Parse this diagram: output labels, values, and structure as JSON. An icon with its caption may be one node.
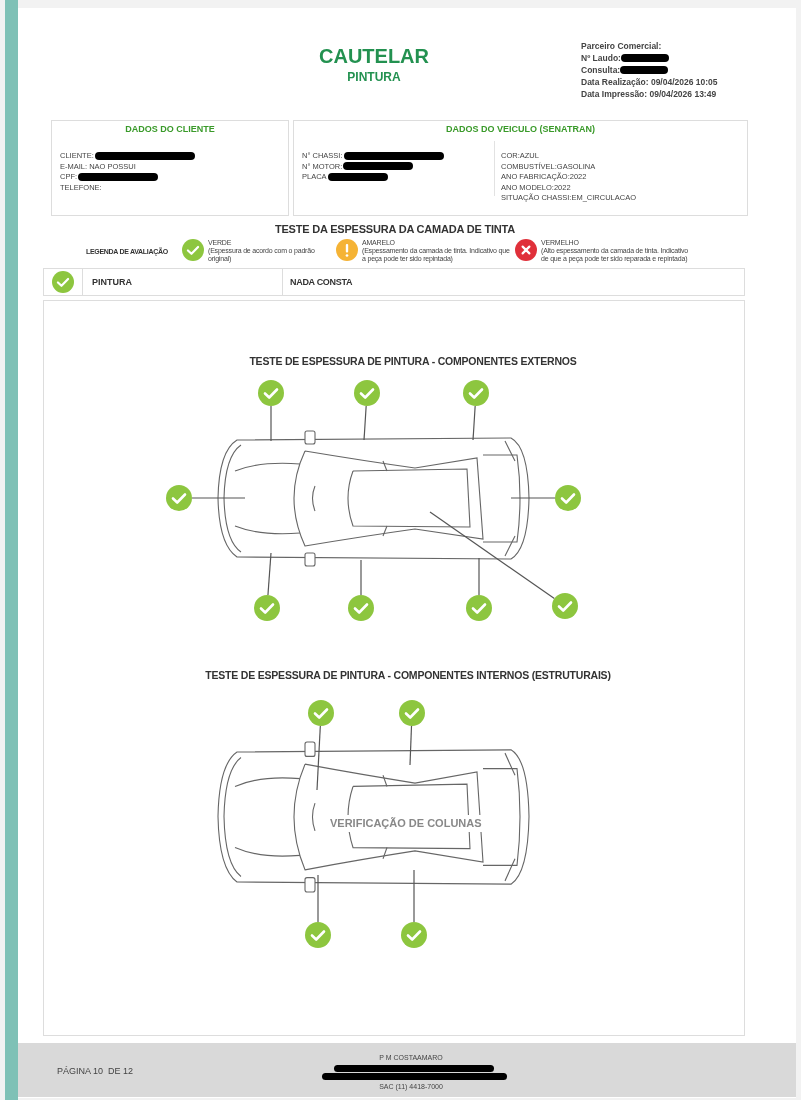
{
  "diagram": {
    "title": "CAUTELAR",
    "nodes": [
      {
        "text": [
          "DADOS DO CLIENTE",
          "CLIENTE:",
          "E-MAIL: NAO POSSUI",
          "CPF:",
          "TELEFONE:"
        ]
      },
      {
        "text": [
          "DADOS DO VEICULO (SENATRAN)",
          "N° CHASSI:",
          "N° MOTOR:",
          "PLACA",
          "COR:AZUL",
          "COMBUSTÍVEL:GASOLINA",
          "ANO FABRICAÇÃO:2022",
          "ANO MODELO:2022",
          "SITUAÇÃO CHASSI:EM_CIRCULACAO"
        ]
      },
      {
        "text": [],
        "shape": "circle"
      },
      {
        "text": [],
        "shape": "circle"
      },
      {
        "text": [],
        "shape": "circle"
      },
      {
        "text": [],
        "shape": "circle"
      },
      {
        "text": [],
        "shape": "circle"
      },
      {
        "text": [],
        "shape": "circle"
      },
      {
        "text": [],
        "shape": "circle"
      },
      {
        "text": [],
        "shape": "circle"
      },
      {
        "text": [],
        "shape": "circle"
      },
      {
        "text": [],
        "shape": "circle"
      },
      {
        "text": [],
        "shape": "circle"
      },
      {
        "text": [],
        "shape": "circle"
      },
      {
        "text": [],
        "shape": "circle"
      }
    ],
    "edges": [
      {
        "from": 2,
        "to": null,
        "arrow": "none"
      },
      {
        "from": 3,
        "to": null,
        "arrow": "none"
      },
      {
        "from": 4,
        "to": null,
        "arrow": "none"
      },
      {
        "from": 5,
        "to": null,
        "arrow": "none"
      },
      {
        "from": 6,
        "to": null,
        "arrow": "none"
      },
      {
        "from": 7,
        "to": null,
        "arrow": "none"
      },
      {
        "from": 8,
        "to": null,
        "arrow": "none"
      },
      {
        "from": 9,
        "to": null,
        "arrow": "none"
      },
      {
        "from": 10,
        "to": null,
        "arrow": "none"
      },
      {
        "from": 11,
        "to": null,
        "arrow": "none"
      },
      {
        "from": 12,
        "to": null,
        "arrow": "none"
      },
      {
        "from": 13,
        "to": null,
        "arrow": "none"
      },
      {
        "from": 14,
        "to": null,
        "arrow": "none"
      }
    ],
    "labels": [
      "Parceiro Comercial:",
      "Nº Laudo:",
      "Consulta:",
      "Data Realização: 09/04/2026 10:05",
      "Data Impressão: 09/04/2026 13:49",
      "PINTURA",
      "TESTE DA ESPESSURA DA CAMADA DE TINTA",
      "LEGENDA DE AVALIAÇÃO",
      "(Espessura de acordo com o padrão original)",
      "(Espessamento da camada de tinta. Indicativo que a peça pode ter sido repintada)",
      "(Alto espessamento da camada de tinta. Indicativo de que a peça pode ter sido reparada e repintada)",
      "PINTURA",
      "NADA CONSTA",
      "TESTE DE ESPESSURA DE PINTURA - COMPONENTES EXTERNOS",
      "TESTE DE ESPESSURA DE PINTURA - COMPONENTES INTERNOS (ESTRUTURAIS)",
      "VERIFICAÇÃO DE COLUNAS",
      "PÁGINA 10  DE 12",
      "P M COSTAAMARO",
      "SAC (11) 4418-7000"
    ],
    "legend": [
      {
        "text": "VERDE",
        "color": "#8dc63f"
      },
      {
        "text": "AMARELO",
        "color": "#f5b335"
      },
      {
        "text": "VERMELHO",
        "color": "#e0303a"
      }
    ]
  }
}
